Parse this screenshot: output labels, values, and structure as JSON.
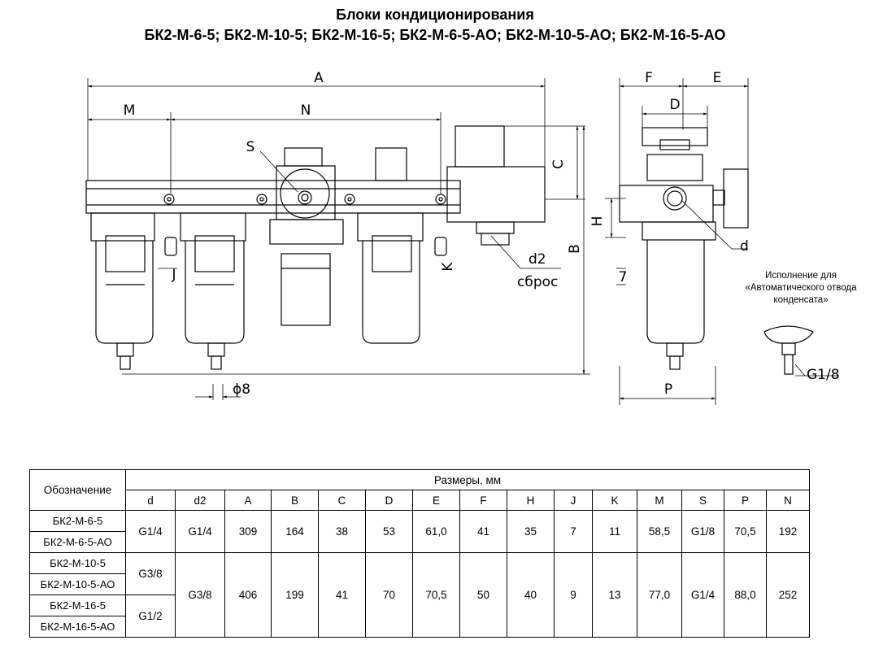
{
  "header": {
    "title": "Блоки кондиционирования",
    "subtitle": "БК2-М-6-5; БК2-М-10-5; БК2-М-16-5; БК2-М-6-5-АО; БК2-М-10-5-АО; БК2-М-16-5-АО"
  },
  "drawing": {
    "labels": {
      "A": "A",
      "M": "M",
      "N": "N",
      "S": "S",
      "C": "C",
      "B": "B",
      "K": "K",
      "J": "J",
      "d2": "d2",
      "sbros": "сброс",
      "phi8": "ϕ8",
      "F": "F",
      "E": "E",
      "D": "D",
      "H": "H",
      "d": "d",
      "seven": "7",
      "P": "P",
      "g18": "G1/8"
    }
  },
  "note": {
    "line1": "Исполнение для",
    "line2": "«Автоматического отвода",
    "line3": "конденсата»"
  },
  "table": {
    "designation_header": "Обозначение",
    "dims_header": "Размеры, мм",
    "columns": [
      "d",
      "d2",
      "A",
      "B",
      "C",
      "D",
      "E",
      "F",
      "H",
      "J",
      "K",
      "M",
      "S",
      "P",
      "N"
    ],
    "rows": {
      "r6": {
        "names": [
          "БК2-М-6-5",
          "БК2-М-6-5-АО"
        ],
        "d": "G1/4",
        "d2": "G1/4",
        "A": "309",
        "B": "164",
        "C": "38",
        "D": "53",
        "E": "61,0",
        "F": "41",
        "H": "35",
        "J": "7",
        "K": "11",
        "M": "58,5",
        "S": "G1/8",
        "P": "70,5",
        "N": "192"
      },
      "r10": {
        "names": [
          "БК2-М-10-5",
          "БК2-М-10-5-АО"
        ],
        "d": "G3/8"
      },
      "r16": {
        "names": [
          "БК2-М-16-5",
          "БК2-М-16-5-АО"
        ],
        "d": "G1/2"
      },
      "shared": {
        "d2": "G3/8",
        "A": "406",
        "B": "199",
        "C": "41",
        "D": "70",
        "E": "70,5",
        "F": "50",
        "H": "40",
        "J": "9",
        "K": "13",
        "M": "77,0",
        "S": "G1/4",
        "P": "88,0",
        "N": "252"
      }
    }
  }
}
